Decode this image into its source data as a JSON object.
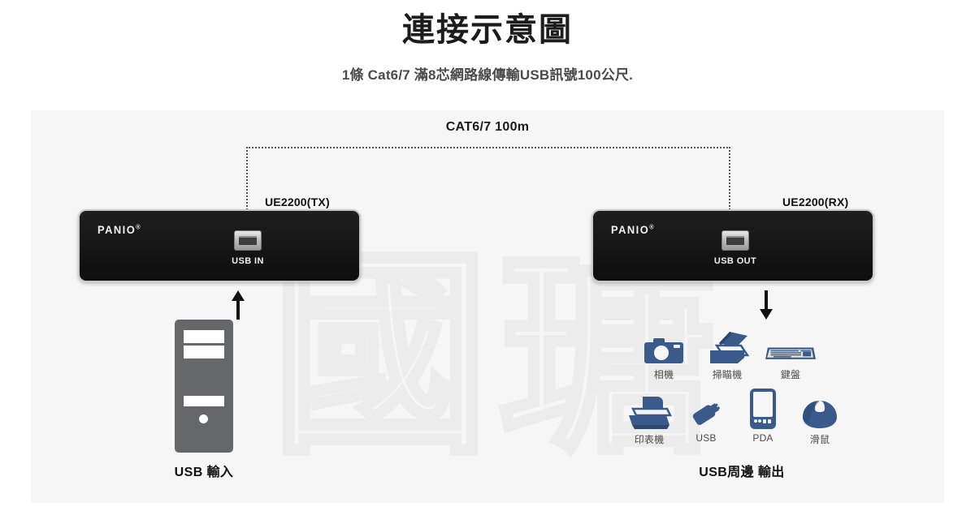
{
  "header": {
    "title": "連接示意圖",
    "subtitle": "1條 Cat6/7 滿8芯網路線傳輸USB訊號100公尺."
  },
  "diagram": {
    "watermark": "國瑭",
    "cable_span_label": "CAT6/7 100m",
    "transmitter": {
      "model_label": "UE2200(TX)",
      "brand": "PANIO",
      "brand_mark": "®",
      "port_label": "USB IN",
      "port_icon": "usb-port-icon"
    },
    "receiver": {
      "model_label": "UE2200(RX)",
      "brand": "PANIO",
      "brand_mark": "®",
      "port_label": "USB OUT",
      "port_icon": "usb-port-icon"
    },
    "arrows": {
      "input_arrow": "arrow-up-icon",
      "output_arrow": "arrow-down-icon"
    },
    "source": {
      "device_icon": "pc-tower-icon",
      "caption": "USB 輸入"
    },
    "peripherals": {
      "caption": "USB周邊 輸出",
      "items": [
        {
          "label": "相機",
          "icon": "camera-icon"
        },
        {
          "label": "掃瞄機",
          "icon": "scanner-icon"
        },
        {
          "label": "鍵盤",
          "icon": "keyboard-icon"
        },
        {
          "label": "印表機",
          "icon": "printer-icon"
        },
        {
          "label": "USB",
          "icon": "usb-flash-drive-icon"
        },
        {
          "label": "PDA",
          "icon": "pda-icon"
        },
        {
          "label": "滑鼠",
          "icon": "mouse-icon"
        }
      ]
    },
    "colors": {
      "panel_background": "#f6f6f6",
      "device_body": "#171717",
      "device_border": "#c9c9c9",
      "peripheral_icon": "#3a5a8c",
      "pc_tower": "#666768",
      "watermark": "#ececec",
      "bracket": "#555555"
    }
  }
}
